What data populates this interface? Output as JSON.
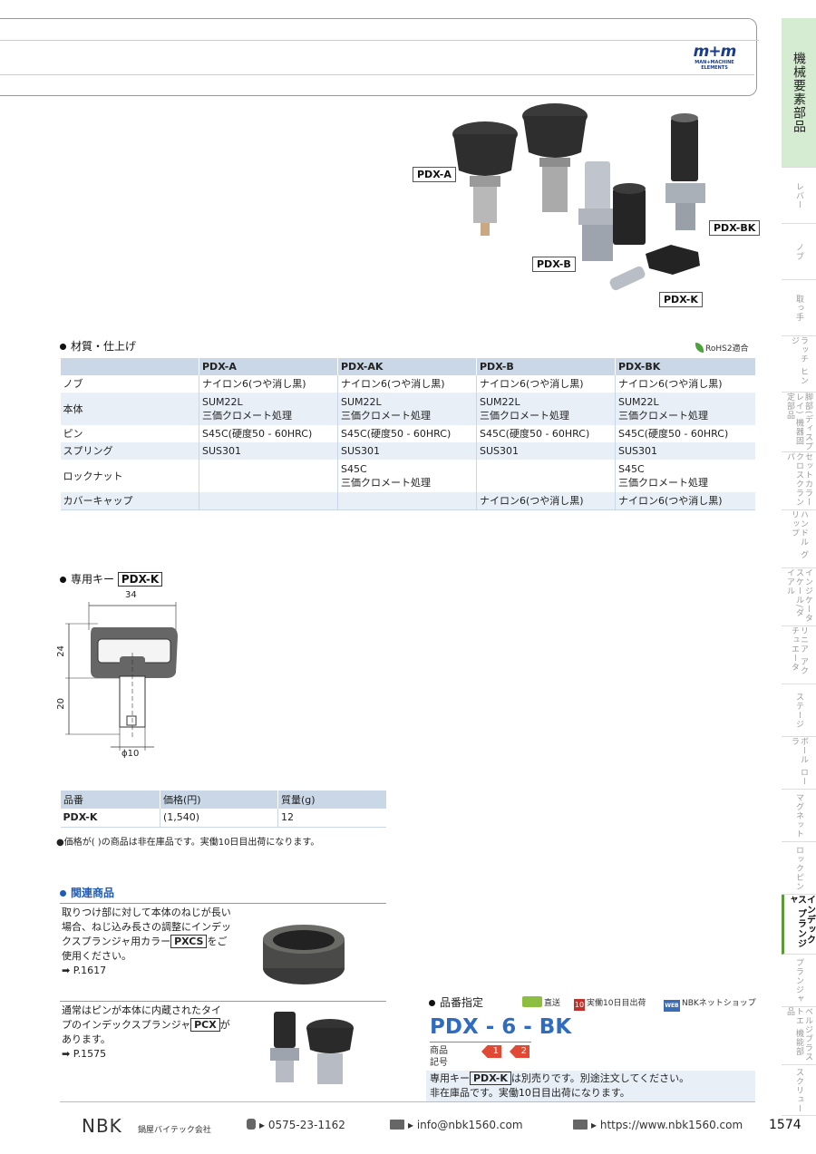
{
  "logo": {
    "mark": "m+m",
    "text1": "MAN+MACHINE",
    "text2": "ELEMENTS"
  },
  "sidebar": [
    {
      "label": "機械要素部品",
      "top": 0,
      "h": 165
    },
    {
      "label": "レバー"
    },
    {
      "label": "ノブ"
    },
    {
      "label": "取っ手"
    },
    {
      "label": "ラッチ ヒンジ"
    },
    {
      "label": "脚部(ディスプレイ) 機器固定部品"
    },
    {
      "label": "セットカラー クロスクランパ"
    },
    {
      "label": "ハンドル グリップ"
    },
    {
      "label": "インジケータ スケール/ダイアル"
    },
    {
      "label": "リニア アクチュエータ"
    },
    {
      "label": "ステージ"
    },
    {
      "label": "ボール ローラ"
    },
    {
      "label": "マグネット"
    },
    {
      "label": "ロックピン"
    },
    {
      "label": "インデックス プランジャ"
    },
    {
      "label": "プランジャ"
    },
    {
      "label": "ベルジブラストエ 機能部品"
    },
    {
      "label": "スクリュー"
    }
  ],
  "photo_labels": {
    "a": "PDX-A",
    "b": "PDX-B",
    "bk": "PDX-BK",
    "k": "PDX-K"
  },
  "materials": {
    "title": "材質・仕上げ",
    "rohs": "RoHS2適合",
    "headers": [
      "",
      "PDX-A",
      "PDX-AK",
      "PDX-B",
      "PDX-BK"
    ],
    "rows": [
      [
        "ノブ",
        "ナイロン6(つや消し黒)",
        "ナイロン6(つや消し黒)",
        "ナイロン6(つや消し黒)",
        "ナイロン6(つや消し黒)"
      ],
      [
        "本体",
        "SUM22L\n三価クロメート処理",
        "SUM22L\n三価クロメート処理",
        "SUM22L\n三価クロメート処理",
        "SUM22L\n三価クロメート処理"
      ],
      [
        "ピン",
        "S45C(硬度50 - 60HRC)",
        "S45C(硬度50 - 60HRC)",
        "S45C(硬度50 - 60HRC)",
        "S45C(硬度50 - 60HRC)"
      ],
      [
        "スプリング",
        "SUS301",
        "SUS301",
        "SUS301",
        "SUS301"
      ],
      [
        "ロックナット",
        "",
        "S45C\n三価クロメート処理",
        "",
        "S45C\n三価クロメート処理"
      ],
      [
        "カバーキャップ",
        "",
        "",
        "ナイロン6(つや消し黒)",
        "ナイロン6(つや消し黒)"
      ]
    ]
  },
  "key_section": {
    "title": "専用キー",
    "code": "PDX-K",
    "dim_w": "34",
    "dim_h1": "24",
    "dim_h2": "20",
    "dim_d": "ϕ10"
  },
  "price_table": {
    "headers": [
      "品番",
      "価格(円)",
      "質量(g)"
    ],
    "row": [
      "PDX-K",
      "(1,540)",
      "12"
    ],
    "note": "●価格が( )の商品は非在庫品です。実働10日目出荷になります。"
  },
  "related": {
    "title": "関連商品",
    "item1": {
      "l1": "取りつけ部に対して本体のねじが長い",
      "l2": "場合、ねじ込み長さの調整にインデッ",
      "l3a": "クスプランジャ用カラー",
      "code": "PXCS",
      "l3b": "をご",
      "l4": "使用ください。",
      "ref": "➡ P.1617"
    },
    "item2": {
      "l1": "通常はピンが本体に内蔵されたタイ",
      "l2a": "プのインデックスプランジャ",
      "code": "PCX",
      "l2b": "が",
      "l3": "あります。",
      "ref": "➡ P.1575"
    }
  },
  "order": {
    "title": "品番指定",
    "icon1": "直送",
    "icon2": "実働10日目出荷",
    "icon2_badge": "10",
    "icon3": "NBKネットショップ",
    "icon3_badge": "WEB",
    "code": "PDX - 6 - BK",
    "label1": "商品",
    "label2": "記号",
    "m1": "1",
    "m2": "2",
    "note1a": "専用キー",
    "note1code": "PDX-K",
    "note1b": "は別売りです。別途注文してください。",
    "note2": "非在庫品です。実働10日目出荷になります。"
  },
  "footer": {
    "brand": "NBK",
    "brand_sub": "鍋屋バイテック会社",
    "tel": "0575-23-1162",
    "mail": "info@nbk1560.com",
    "web": "https://www.nbk1560.com",
    "page": "1574"
  }
}
